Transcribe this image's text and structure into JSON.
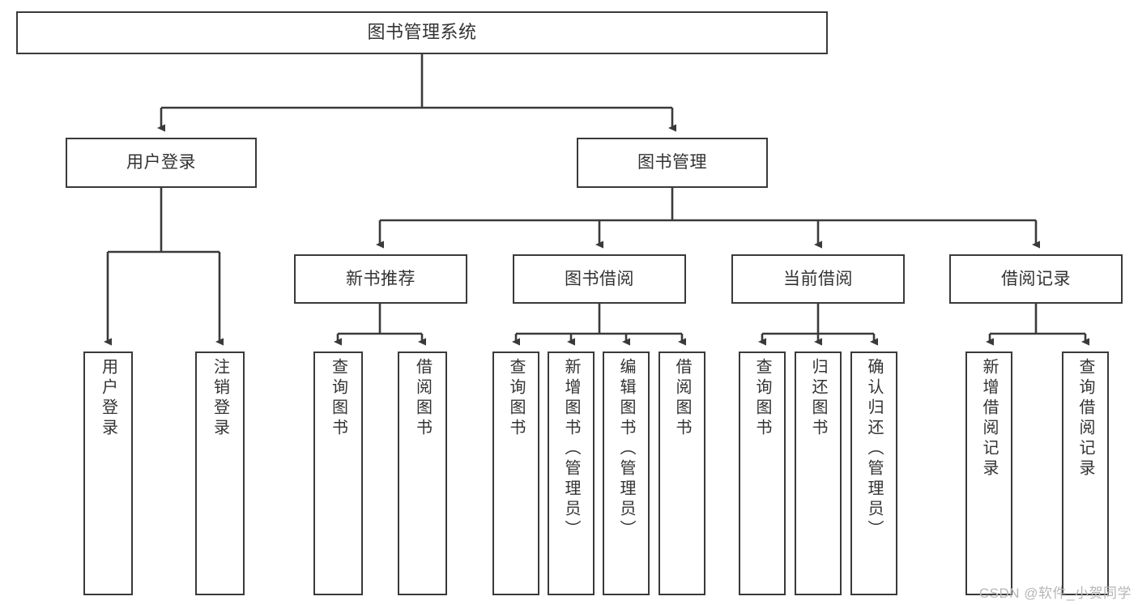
{
  "diagram": {
    "title": "图书管理系统",
    "type": "tree",
    "root": {
      "label": "图书管理系统"
    },
    "level2": [
      {
        "label": "用户登录"
      },
      {
        "label": "图书管理"
      }
    ],
    "level3": [
      {
        "label": "新书推荐"
      },
      {
        "label": "图书借阅"
      },
      {
        "label": "当前借阅"
      },
      {
        "label": "借阅记录"
      }
    ],
    "leaves": {
      "user_login": [
        {
          "label": "用户登录"
        },
        {
          "label": "注销登录"
        }
      ],
      "new_book_recommend": [
        {
          "label": "查询图书"
        },
        {
          "label": "借阅图书"
        }
      ],
      "book_borrow": [
        {
          "label": "查询图书"
        },
        {
          "label": "新增图书（管理员）"
        },
        {
          "label": "编辑图书（管理员）"
        },
        {
          "label": "借阅图书"
        }
      ],
      "current_borrow": [
        {
          "label": "查询图书"
        },
        {
          "label": "归还图书"
        },
        {
          "label": "确认归还（管理员）"
        }
      ],
      "borrow_record": [
        {
          "label": "新增借阅记录"
        },
        {
          "label": "查询借阅记录"
        }
      ]
    }
  },
  "watermark": {
    "text": "CSDN @软件_小贺同学"
  },
  "colors": {
    "border": "#3a3a3a",
    "text": "#333333",
    "background": "#ffffff",
    "watermark": "#b6b6b6"
  }
}
